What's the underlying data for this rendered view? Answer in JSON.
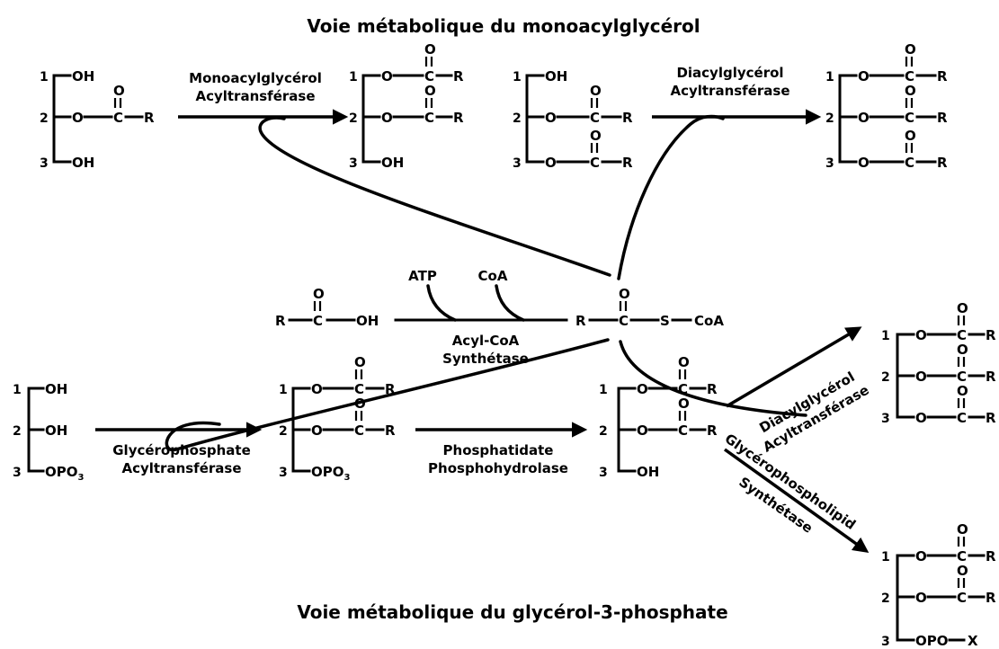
{
  "titles": {
    "top": "Voie métabolique du monoacylglycérol",
    "bottom": "Voie métabolique du glycérol-3-phosphate"
  },
  "enzymes": {
    "mgat": [
      "Monoacylglycérol",
      "Acyltransférase"
    ],
    "dgat_top": [
      "Diacylglycérol",
      "Acyltransférase"
    ],
    "acs": [
      "Acyl-CoA",
      "Synthétase"
    ],
    "gpat": [
      "Glycérophosphate",
      "Acyltransférase"
    ],
    "pap": [
      "Phosphatidate",
      "Phosphohydrolase"
    ],
    "dgat_bottom": [
      "Diacylglycérol",
      "Acyltransférase"
    ],
    "gpls": [
      "Glycérophospholipid",
      "Synthétase"
    ]
  },
  "cofactors": {
    "atp": "ATP",
    "coa": "CoA"
  },
  "atoms": {
    "oh": "OH",
    "o": "O",
    "c": "C",
    "r": "R",
    "s": "S",
    "coa": "CoA",
    "opo3": "OPO",
    "three": "3",
    "opo_x": "OPO",
    "x": "X"
  },
  "carbon_numbers": [
    "1",
    "2",
    "3"
  ]
}
